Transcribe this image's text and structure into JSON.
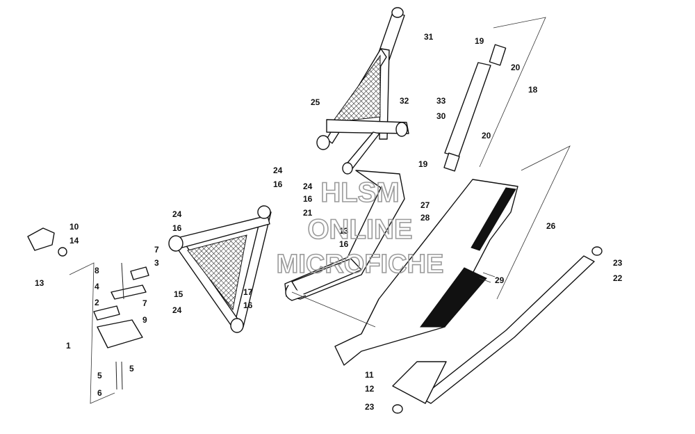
{
  "diagram": {
    "watermark": [
      "HLSM",
      "ONLINE",
      "MICROFICHE"
    ],
    "callouts": [
      {
        "id": "c31",
        "text": "31"
      },
      {
        "id": "c19a",
        "text": "19"
      },
      {
        "id": "c20a",
        "text": "20"
      },
      {
        "id": "c18",
        "text": "18"
      },
      {
        "id": "c25",
        "text": "25"
      },
      {
        "id": "c32",
        "text": "32"
      },
      {
        "id": "c33",
        "text": "33"
      },
      {
        "id": "c30",
        "text": "30"
      },
      {
        "id": "c20b",
        "text": "20"
      },
      {
        "id": "c19b",
        "text": "19"
      },
      {
        "id": "c24a",
        "text": "24"
      },
      {
        "id": "c16a",
        "text": "16"
      },
      {
        "id": "c24b",
        "text": "24"
      },
      {
        "id": "c16b",
        "text": "16"
      },
      {
        "id": "c27",
        "text": "27"
      },
      {
        "id": "c28",
        "text": "28"
      },
      {
        "id": "c26",
        "text": "26"
      },
      {
        "id": "c21",
        "text": "21"
      },
      {
        "id": "c13a",
        "text": "13"
      },
      {
        "id": "c16c",
        "text": "16"
      },
      {
        "id": "c24c",
        "text": "24"
      },
      {
        "id": "c16d",
        "text": "16"
      },
      {
        "id": "c10",
        "text": "10"
      },
      {
        "id": "c14",
        "text": "14"
      },
      {
        "id": "c13b",
        "text": "13"
      },
      {
        "id": "c7a",
        "text": "7"
      },
      {
        "id": "c8",
        "text": "8"
      },
      {
        "id": "c3",
        "text": "3"
      },
      {
        "id": "c4",
        "text": "4"
      },
      {
        "id": "c2",
        "text": "2"
      },
      {
        "id": "c7b",
        "text": "7"
      },
      {
        "id": "c9",
        "text": "9"
      },
      {
        "id": "c1",
        "text": "1"
      },
      {
        "id": "c5a",
        "text": "5"
      },
      {
        "id": "c5b",
        "text": "5"
      },
      {
        "id": "c6",
        "text": "6"
      },
      {
        "id": "c15",
        "text": "15"
      },
      {
        "id": "c24d",
        "text": "24"
      },
      {
        "id": "c17",
        "text": "17"
      },
      {
        "id": "c16e",
        "text": "16"
      },
      {
        "id": "c29",
        "text": "29"
      },
      {
        "id": "c23a",
        "text": "23"
      },
      {
        "id": "c22",
        "text": "22"
      },
      {
        "id": "c11",
        "text": "11"
      },
      {
        "id": "c12",
        "text": "12"
      },
      {
        "id": "c23b",
        "text": "23"
      }
    ]
  }
}
